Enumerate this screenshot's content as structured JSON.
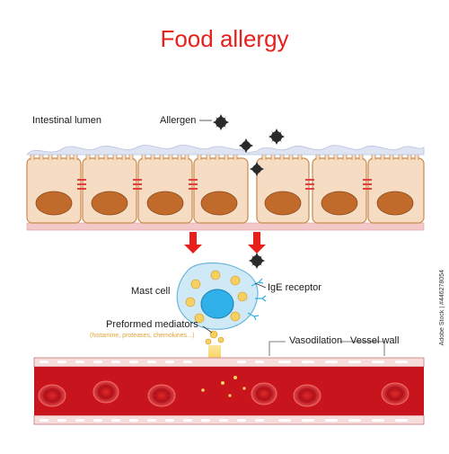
{
  "title": "Food allergy",
  "labels": {
    "intestinal_lumen": "Intestinal lumen",
    "allergen": "Allergen",
    "mast_cell": "Mast cell",
    "ige_receptor": "IgE receptor",
    "preformed_mediators": "Preformed mediators",
    "mediators_examples": "(histamine, proteases, chemokines...)",
    "vasodilation": "Vasodilation",
    "vessel_wall": "Vessel wall"
  },
  "stock_id": "Adobe Stock | #446278054",
  "colors": {
    "title": "#e8201c",
    "cell_fill": "#f7dcc4",
    "cell_outline": "#c98a4b",
    "nucleus": "#c06a2b",
    "mucus": "#dfe4f3",
    "junction": "#e04040",
    "arrow": "#e8201c",
    "allergen": "#2a2a2a",
    "mast_cell": "#cfe9f6",
    "mast_nucleus": "#2fb0e8",
    "granule": "#f6d060",
    "vessel": "#c8141c",
    "vessel_wall": "#e9b4b4",
    "rbc": "#a8101a"
  }
}
